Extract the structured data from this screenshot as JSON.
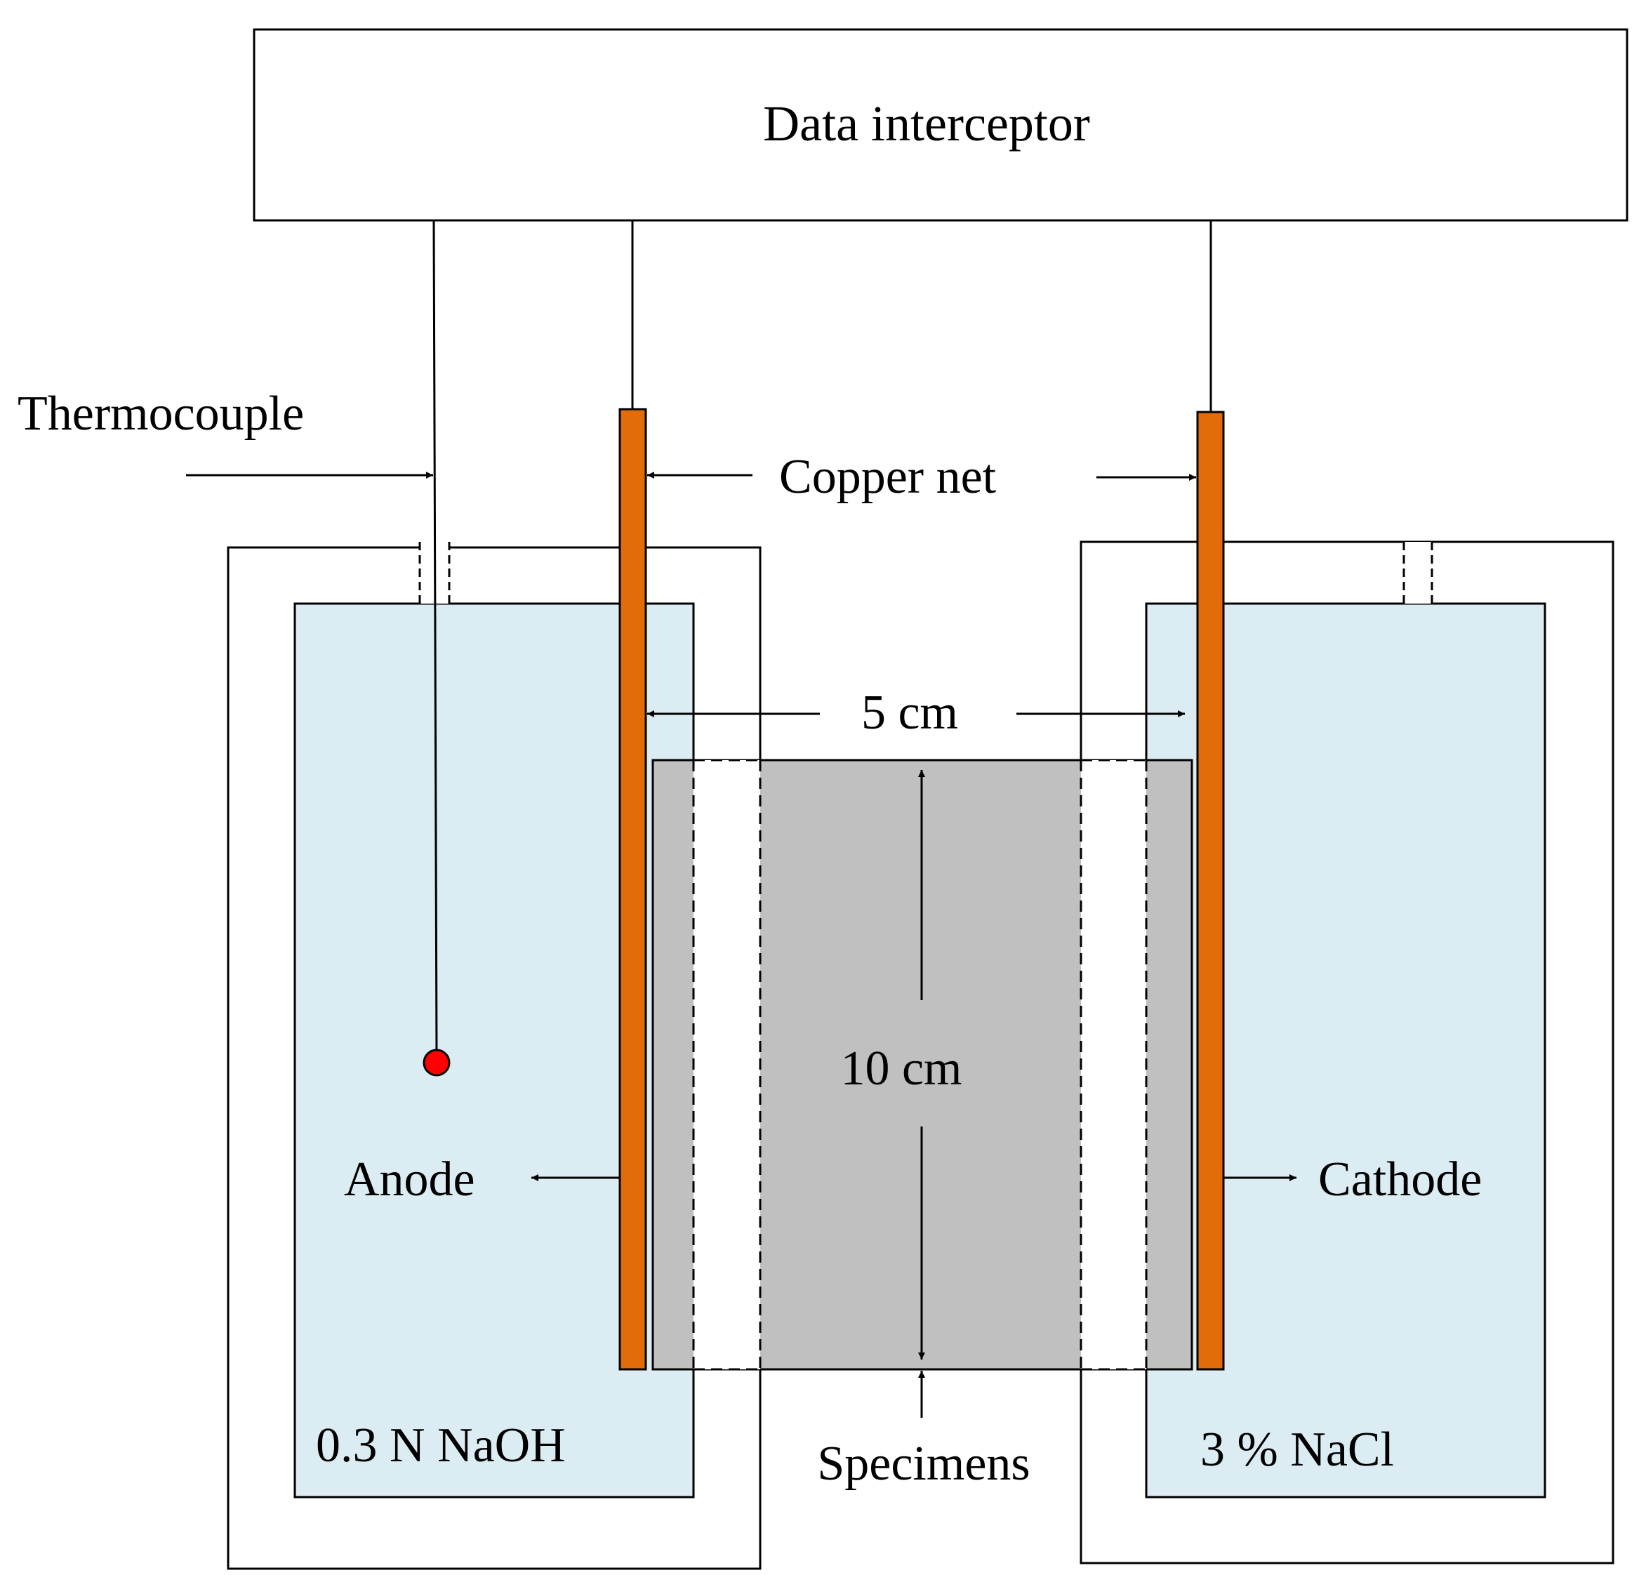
{
  "labels": {
    "data_interceptor": "Data interceptor",
    "thermocouple": "Thermocouple",
    "copper_net": "Copper net",
    "width_dim": "5 cm",
    "height_dim": "10 cm",
    "anode": "Anode",
    "cathode": "Cathode",
    "anode_solution": "0.3 N NaOH",
    "cathode_solution": "3 % NaCl",
    "specimens": "Specimens"
  },
  "colors": {
    "solution": "#dbedf3",
    "copper": "#e36c0a",
    "specimen": "#c0c0c0",
    "sensor": "#ff0000",
    "line": "#000000"
  }
}
